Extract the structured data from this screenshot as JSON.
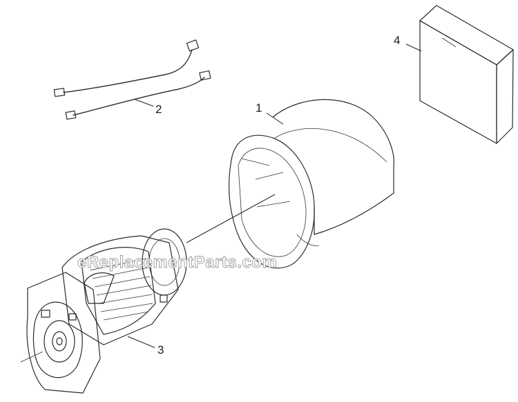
{
  "diagram": {
    "watermark": "eReplacementParts.com",
    "callouts": [
      {
        "id": "1",
        "label": "1"
      },
      {
        "id": "2",
        "label": "2"
      },
      {
        "id": "3",
        "label": "3"
      },
      {
        "id": "4",
        "label": "4"
      }
    ],
    "colors": {
      "line": "#2a2a2a",
      "shade": "#d9d9d9",
      "dark": "#555555",
      "background": "#ffffff"
    }
  }
}
